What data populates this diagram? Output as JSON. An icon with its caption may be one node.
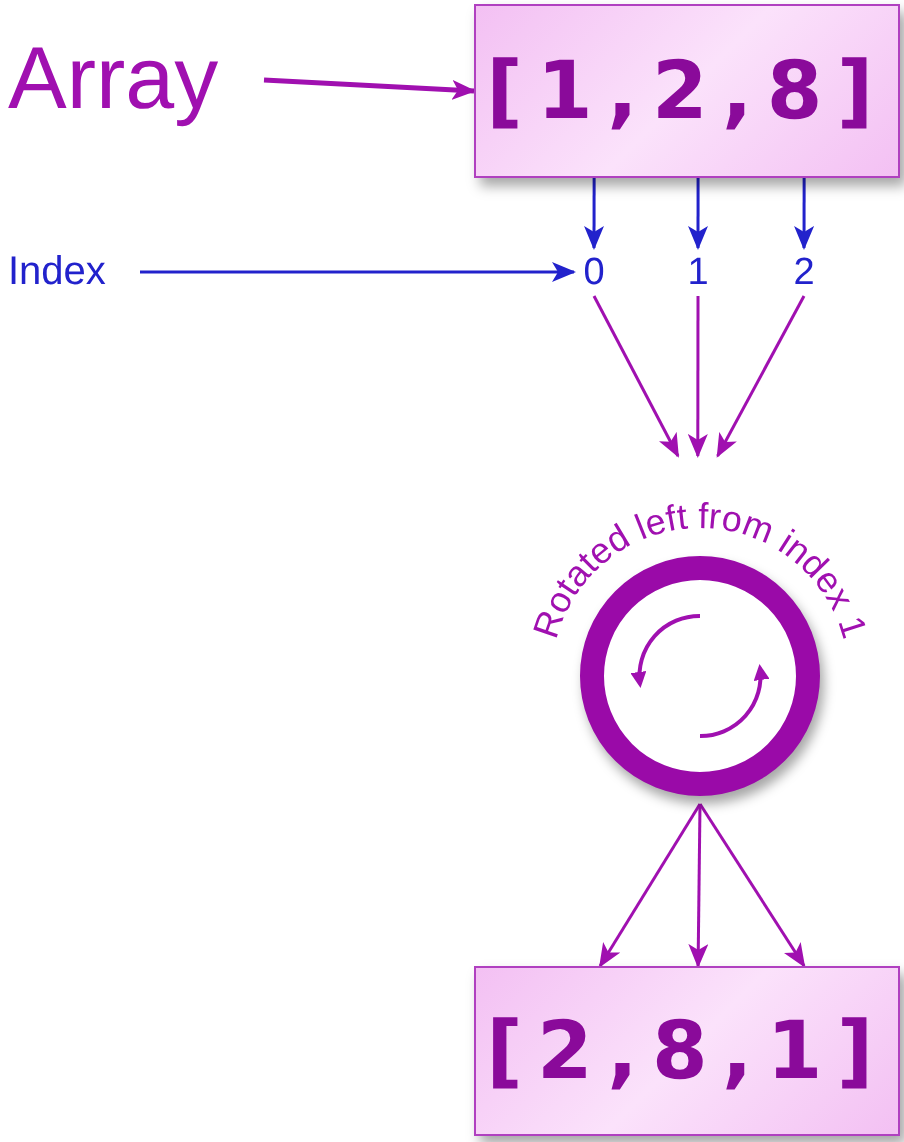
{
  "diagram": {
    "nodes": [
      {
        "text": [
          "Array"
        ]
      },
      {
        "text": [
          "[1,2,8]"
        ]
      },
      {
        "text": [
          "Index"
        ]
      },
      {
        "text": [
          "0"
        ]
      },
      {
        "text": [
          "1"
        ]
      },
      {
        "text": [
          "2"
        ]
      },
      {
        "text": [
          "Rotated left from index 1"
        ]
      },
      {
        "text": [
          "[2,8,1]"
        ]
      }
    ],
    "edges": [
      {
        "from": 0,
        "to": 1,
        "arrow": "to"
      },
      {
        "from": 1,
        "to": 3,
        "arrow": "to",
        "color": "#2222cc"
      },
      {
        "from": 1,
        "to": 4,
        "arrow": "to",
        "color": "#2222cc"
      },
      {
        "from": 1,
        "to": 5,
        "arrow": "to",
        "color": "#2222cc"
      },
      {
        "from": 2,
        "to": 3,
        "arrow": "to",
        "color": "#2222cc"
      },
      {
        "from": 3,
        "to": 6,
        "arrow": "to"
      },
      {
        "from": 4,
        "to": 6,
        "arrow": "to"
      },
      {
        "from": 5,
        "to": 6,
        "arrow": "to"
      },
      {
        "from": 6,
        "to": 7,
        "arrow": "to"
      },
      {
        "from": 6,
        "to": 7,
        "arrow": "to"
      },
      {
        "from": 6,
        "to": 7,
        "arrow": "to"
      }
    ]
  }
}
